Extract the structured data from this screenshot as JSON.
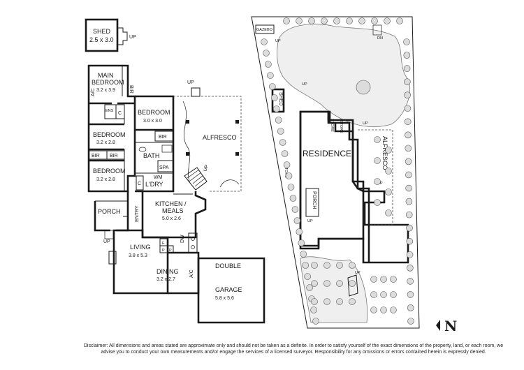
{
  "rooms": {
    "shed": {
      "name": "SHED",
      "size": "2.5 x 3.0",
      "up": "UP"
    },
    "main_bedroom": {
      "name_line1": "MAIN",
      "name_line2": "BEDROOM",
      "size": "3.2 x 3.9"
    },
    "bir_main": "BIR",
    "ac_main": "A/C",
    "ens": "ENS",
    "c1": "C",
    "bedroom_a": {
      "name": "BEDROOM",
      "size": "3.0 x 3.0"
    },
    "bir_a": "BIR",
    "bedroom_b": {
      "name": "BEDROOM",
      "size": "3.2 x 2.8"
    },
    "bir_b1": "BIR",
    "bir_b2": "BIR",
    "bath": "BATH",
    "spa": "SPA",
    "bedroom_c": {
      "name": "BEDROOM",
      "size": "3.2 x 2.8"
    },
    "c2": "C",
    "wm": "WM",
    "ldry": "L'DRY",
    "alfresco": {
      "name": "ALFRESCO",
      "up1": "UP",
      "up2": "UP"
    },
    "kitchen": {
      "name_line1": "KITCHEN /",
      "name_line2": "MEALS",
      "size": "5.0 x 2.6"
    },
    "porch": "PORCH",
    "entry": "ENTRY",
    "up_porch": "UP",
    "living": {
      "name": "LIVING",
      "size": "3.8 x 5.3"
    },
    "p1": "P",
    "f": "F",
    "p2": "P",
    "dw": "DW",
    "dining": {
      "name": "DINING",
      "size": "3.2 x 2.7"
    },
    "ac_dining": "A/C",
    "garage": {
      "name_line1": "DOUBLE",
      "name_line2": "GARAGE",
      "size": "5.8 x 5.6"
    }
  },
  "site": {
    "gazebo": "GAZEBO",
    "up1": "UP",
    "dn": "DN",
    "up2": "UP",
    "shed": "SHED",
    "store1": "STORE",
    "up3": "UP",
    "store2": "STORE",
    "residence": "RESIDENCE",
    "alfresco": "ALFRESCO",
    "up4": "UP",
    "store3": "STORE",
    "porch": "PORCH",
    "up5": "UP",
    "up6": "UP"
  },
  "north": "N",
  "disclaimer": "Disclaimer: All dimensions and areas stated are approximate only and should not be taken as a definite. In order to satisfy yourself of the exact dimensions of the property, land, or each room, we advise you to conduct your own measurements and/or engage the services of a licensed surveyor. Responsibility for any omissions or errors contained herein is expressly denied."
}
